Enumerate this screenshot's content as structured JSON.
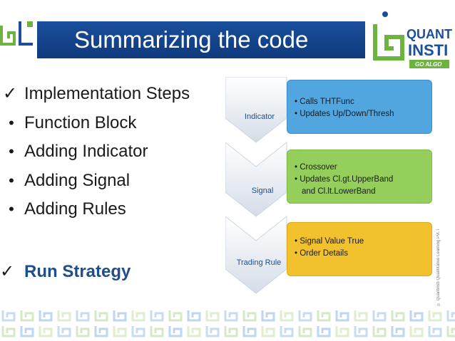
{
  "slide": {
    "title": "Summarizing the code",
    "copyright": "© Quantinsti Quantitative Learning Pvt. Ltd."
  },
  "logo": {
    "line1": "QUANT",
    "line2": "INSTI",
    "tagline": "GO ALGO"
  },
  "bullets": [
    {
      "marker": "✓",
      "text": "Implementation Steps"
    },
    {
      "marker": "•",
      "text": "Function Block"
    },
    {
      "marker": "•",
      "text": "Adding Indicator"
    },
    {
      "marker": "•",
      "text": "Adding Signal"
    },
    {
      "marker": "•",
      "text": "Adding Rules"
    }
  ],
  "run_strategy": {
    "marker": "✓",
    "text": "Run Strategy"
  },
  "diagram": {
    "stages": [
      {
        "label": "Indicator",
        "lines": [
          "• Calls THTFunc",
          "• Updates Up/Down/Thresh"
        ]
      },
      {
        "label": "Signal",
        "lines": [
          "• Crossover",
          "• Updates Cl.gt.UpperBand",
          "and Cl.lt.LowerBand"
        ]
      },
      {
        "label": "Trading Rule",
        "lines": [
          "• Signal Value True",
          "• Order Details"
        ]
      }
    ]
  },
  "colors": {
    "title_bar": "#1b4f9c",
    "indicator": "#51a6e0",
    "signal": "#93cf5a",
    "trading_rule": "#f2c12e",
    "accent_green": "#6db33f"
  }
}
